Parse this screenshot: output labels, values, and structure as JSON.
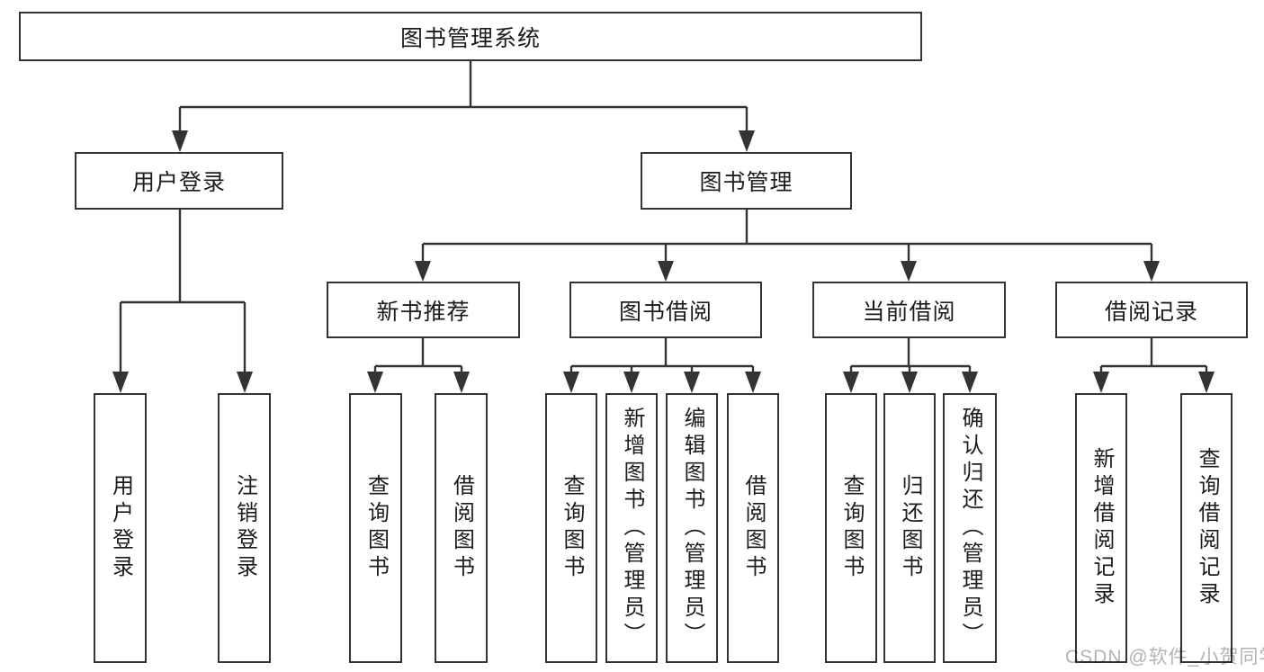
{
  "diagram_title": "图书管理系统",
  "tree": {
    "root": {
      "label": "图书管理系统"
    },
    "branches": [
      {
        "label": "用户登录",
        "children": [
          {
            "label": "用户登录"
          },
          {
            "label": "注销登录"
          }
        ]
      },
      {
        "label": "图书管理",
        "children": [
          {
            "label": "新书推荐",
            "children": [
              {
                "label": "查询图书"
              },
              {
                "label": "借阅图书"
              }
            ]
          },
          {
            "label": "图书借阅",
            "children": [
              {
                "label": "查询图书"
              },
              {
                "label": "新增图书（管理员）"
              },
              {
                "label": "编辑图书（管理员）"
              },
              {
                "label": "借阅图书"
              }
            ]
          },
          {
            "label": "当前借阅",
            "children": [
              {
                "label": "查询图书"
              },
              {
                "label": "归还图书"
              },
              {
                "label": "确认归还（管理员）"
              }
            ]
          },
          {
            "label": "借阅记录",
            "children": [
              {
                "label": "新增借阅记录"
              },
              {
                "label": "查询借阅记录"
              }
            ]
          }
        ]
      }
    ]
  },
  "watermark": {
    "text": "CSDN @软件_小贺同学"
  },
  "colors": {
    "line": "#333333",
    "text": "#1c1c1c",
    "box_background": "#ffffff",
    "watermark": "#b3b3b3"
  }
}
